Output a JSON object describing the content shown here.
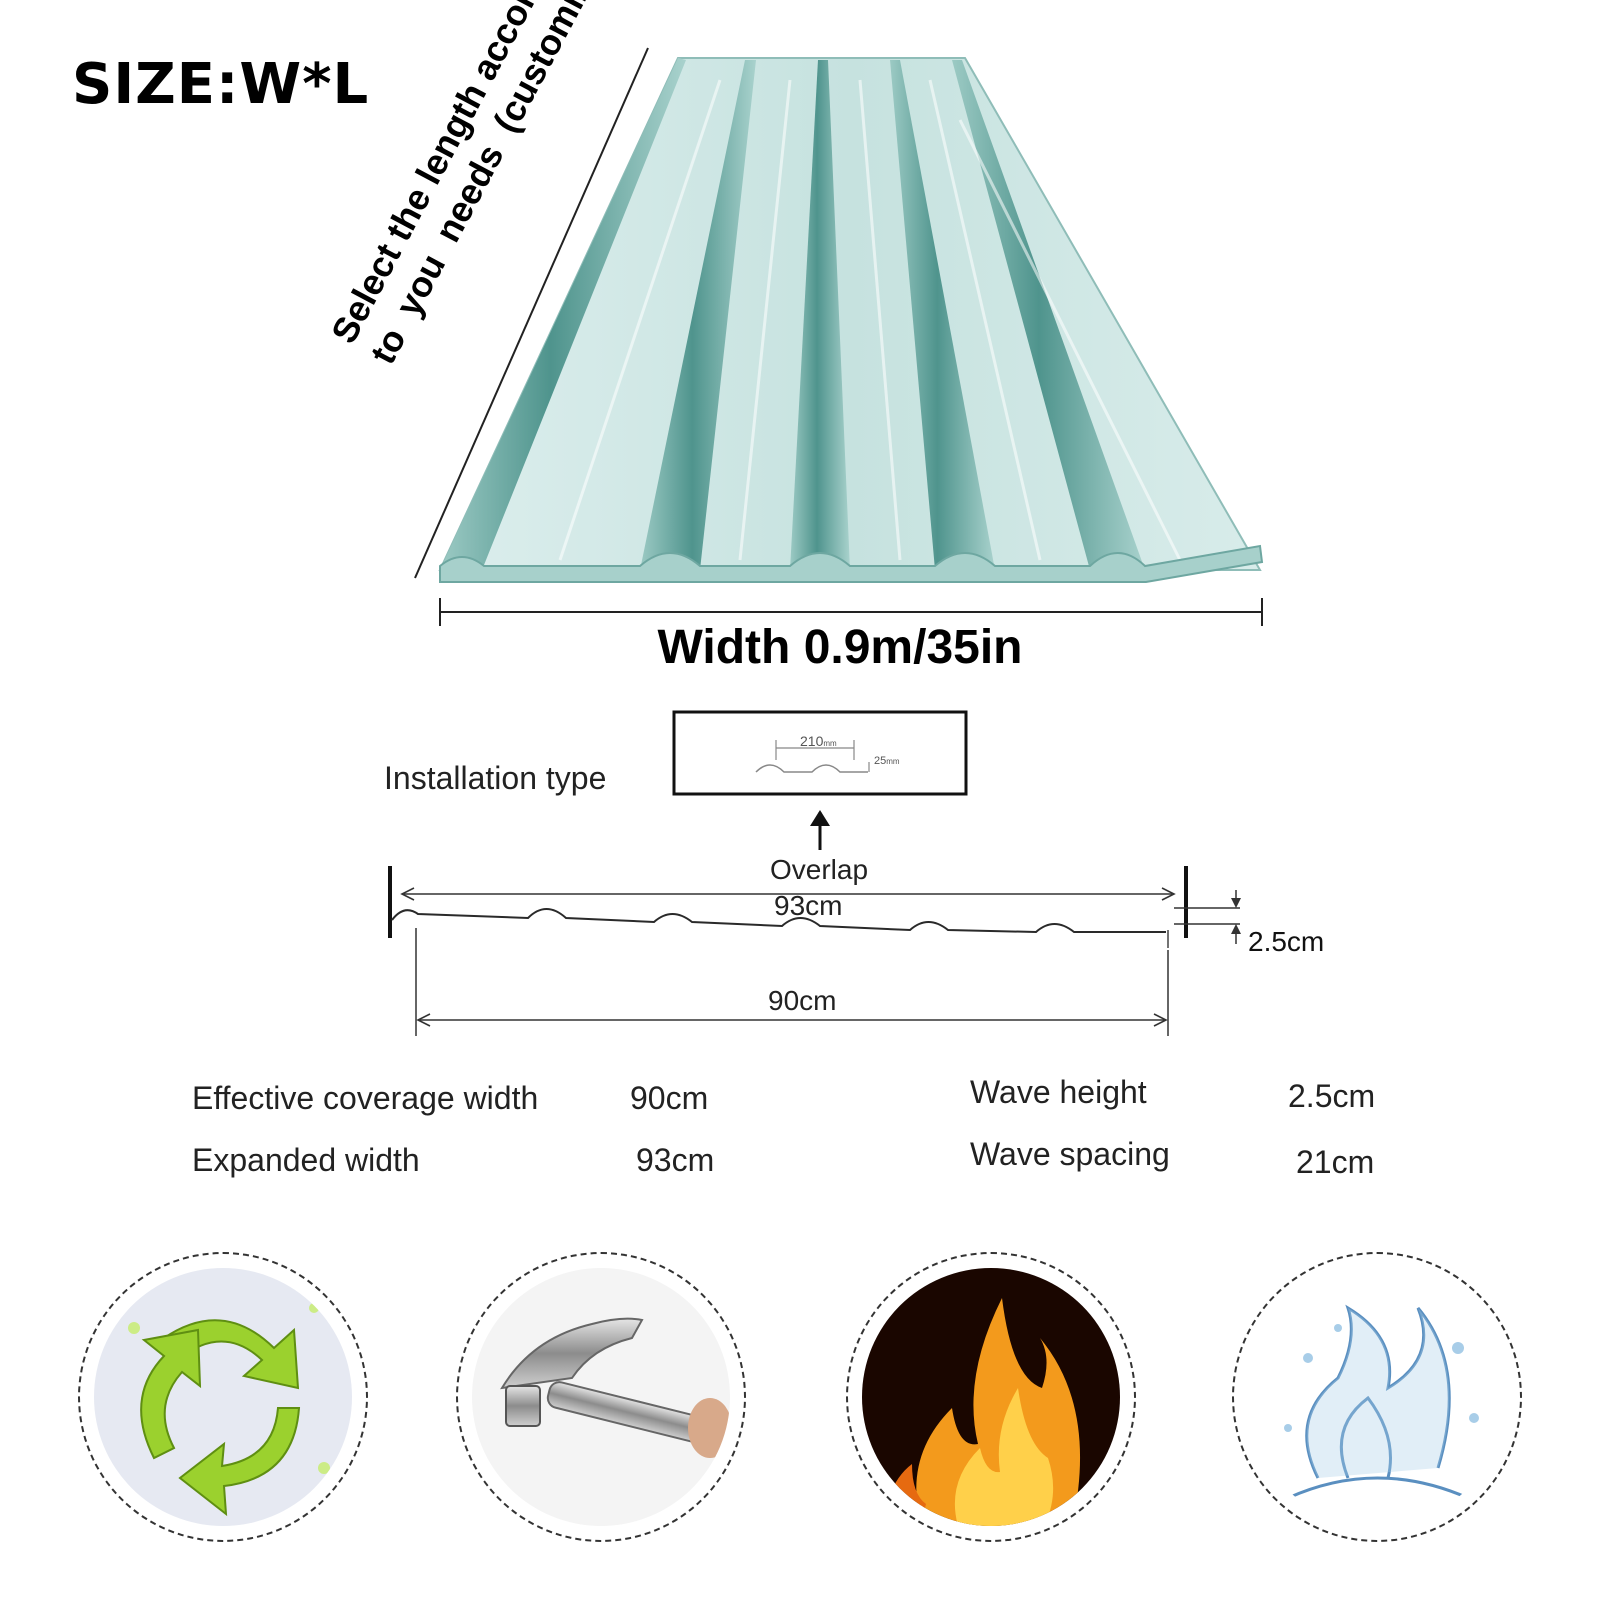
{
  "header": {
    "title": "SIZE:W*L"
  },
  "product": {
    "length_note": "Select the length according\nto  you  needs  (customizable)",
    "width_label": "Width 0.9m/35in"
  },
  "profile_diagram": {
    "installation_label": "Installation type",
    "inset_wave_spacing": "210",
    "inset_wave_spacing_unit": "mm",
    "inset_wave_height": "25",
    "inset_wave_height_unit": "mm",
    "overlap_label": "Overlap",
    "expanded_width_label": "93cm",
    "effective_width_label": "90cm",
    "wave_height_label": "2.5cm"
  },
  "specs": [
    {
      "label": "Effective coverage width",
      "value": "90cm"
    },
    {
      "label": "Expanded width",
      "value": "93cm"
    },
    {
      "label": "Wave height",
      "value": "2.5cm"
    },
    {
      "label": "Wave spacing",
      "value": "21cm"
    }
  ],
  "feature_icons": [
    "recycle-icon",
    "hammer-icon",
    "fire-icon",
    "water-splash-icon"
  ],
  "colors": {
    "sheet_light": "#c9e4e1",
    "sheet_dark": "#5f9e98",
    "recycle_green": "#9bd12e",
    "fire_orange": "#f39a1c"
  }
}
